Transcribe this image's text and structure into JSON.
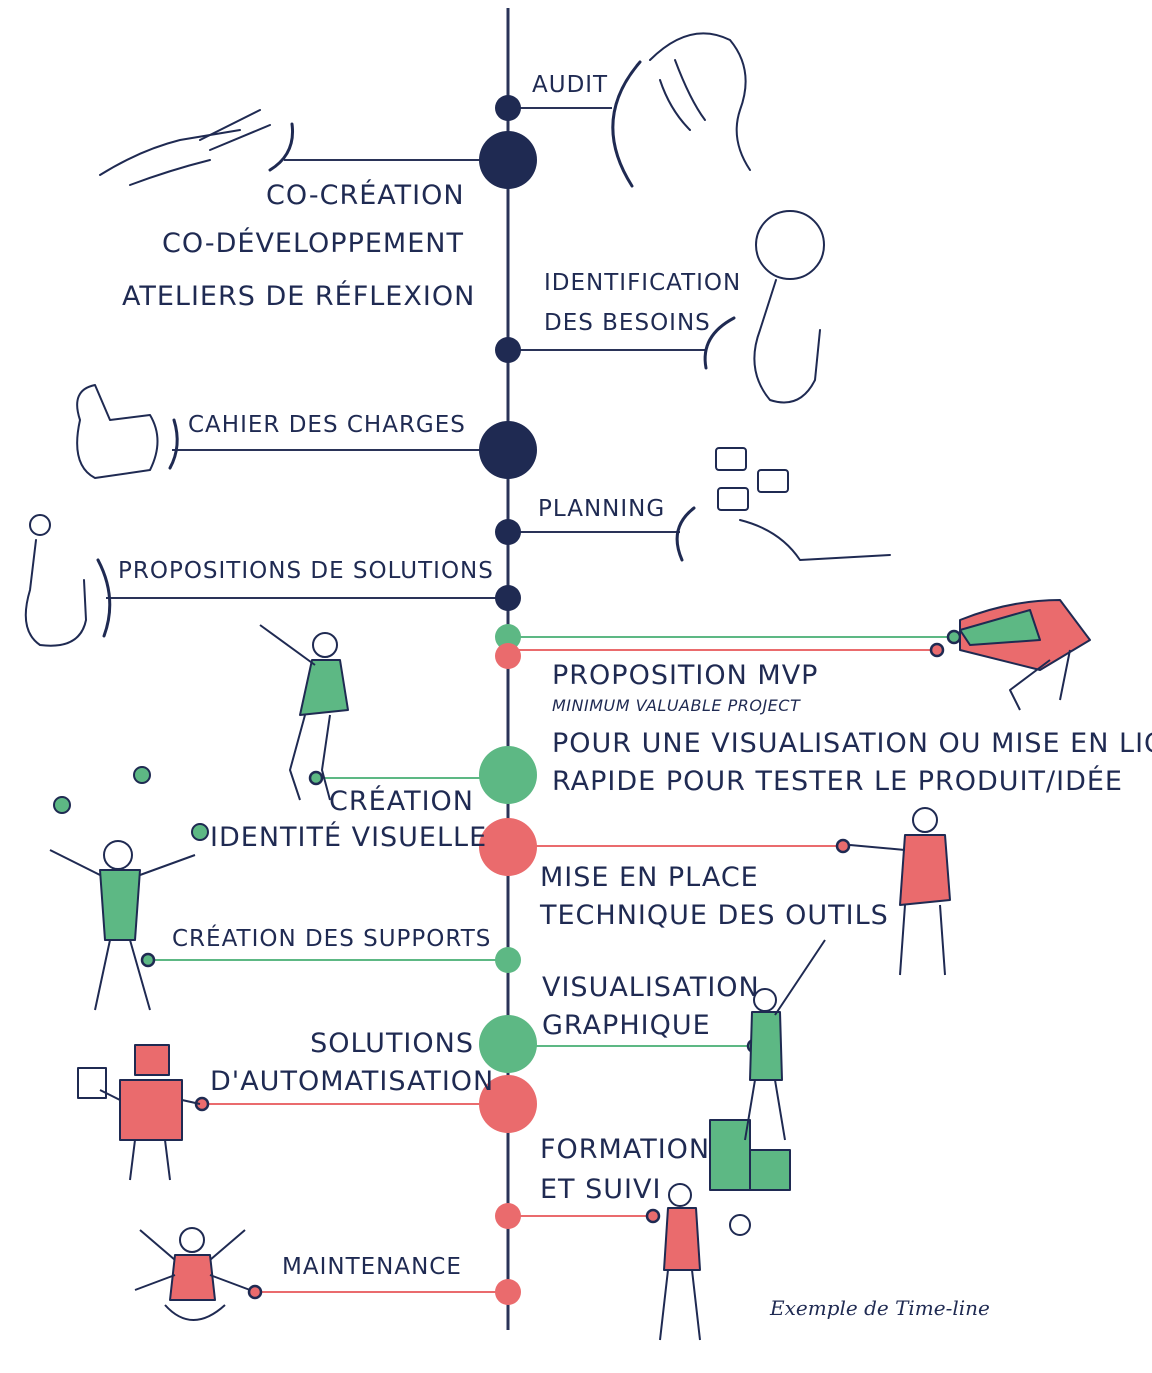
{
  "colors": {
    "navy": "#1f2a52",
    "green": "#5db884",
    "red": "#ea6b6d",
    "line": "#2a3358"
  },
  "steps": {
    "audit": "AUDIT",
    "cocreation": [
      "CO-CRÉATION",
      "CO-DÉVELOPPEMENT",
      "ATELIERS DE RÉFLEXION"
    ],
    "besoins": [
      "IDENTIFICATION",
      "DES BESOINS"
    ],
    "cahier": "CAHIER DES CHARGES",
    "planning": "PLANNING",
    "propositions": "PROPOSITIONS DE SOLUTIONS",
    "mvp": {
      "title": "PROPOSITION MVP",
      "subtitle": "MINIMUM VALUABLE PROJECT",
      "lines": [
        "POUR UNE VISUALISATION OU MISE EN LIGNE",
        "RAPIDE POUR TESTER LE PRODUIT/IDÉE"
      ]
    },
    "identite": [
      "CRÉATION",
      "IDENTITÉ VISUELLE"
    ],
    "outils": [
      "MISE EN PLACE",
      "TECHNIQUE DES OUTILS"
    ],
    "supports": "CRÉATION DES SUPPORTS",
    "visualisation": [
      "VISUALISATION",
      "GRAPHIQUE"
    ],
    "automatisation": [
      "SOLUTIONS",
      "D'AUTOMATISATION"
    ],
    "formation": [
      "FORMATION",
      "ET SUIVI"
    ],
    "maintenance": "MAINTENANCE"
  },
  "caption": "Exemple de Time-line"
}
